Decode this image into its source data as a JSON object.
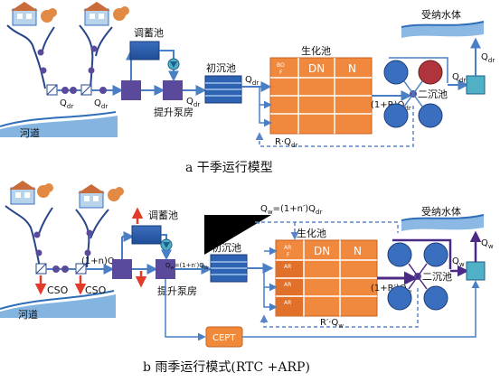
{
  "colors": {
    "pipe": "#4a7fc6",
    "dashed": "#5a85c8",
    "tank": "#2e62b3",
    "pump": "#5b4a9c",
    "clarifier": "#3a6fc0",
    "clarifier_red": "#b0343c",
    "bio": "#f0883e",
    "bio_dark": "#e0702a",
    "red_arrow": "#e13b2c",
    "purple_flow": "#4b2a86",
    "cept": "#f08a3a",
    "water": "#6fa8dc",
    "receiver": "#4fb0c6"
  },
  "icons": [
    "house-icon",
    "tree-icon",
    "pump-icon",
    "valve-icon",
    "clarifier-icon",
    "water-wave-icon"
  ],
  "top": {
    "regulating_tank": "调蓄池",
    "primary_tank": "初沉池",
    "bio_tank": "生化池",
    "secondary_tank": "二沉池",
    "receiving_water": "受纳水体",
    "river": "河道",
    "pump_station": "提升泵房",
    "bio_cells": [
      "BO\nF",
      "DN",
      "N"
    ],
    "flow_q": "Q",
    "flow_q_sub": "dr",
    "recycle": "(1+R)Q",
    "recycle_sub": "dr",
    "return_flow": "R·Q",
    "return_flow_sub": "dr",
    "caption": "a 干季运行模型"
  },
  "bottom": {
    "regulating_tank": "调蓄池",
    "primary_tank": "初沉池",
    "bio_tank": "生化池",
    "secondary_tank": "二沉池",
    "receiving_water": "受纳水体",
    "river": "河道",
    "pump_station": "提升泵房",
    "cso": "CSO",
    "cept": "CEPT",
    "bio_cells": [
      "AR\nF",
      "DN",
      "N"
    ],
    "flow_1n": "(1+n)Q",
    "flow_qw_top": "Q =(1+n′)Q",
    "flow_qw_pump": "Q =(1+n′)Q",
    "recycle": "(1+R′)Q",
    "return_flow": "R′·Q",
    "q_w": "Q",
    "sub_w": "w",
    "sub_dr": "dr",
    "caption": "b 雨季运行模式(RTC +ARP)"
  }
}
